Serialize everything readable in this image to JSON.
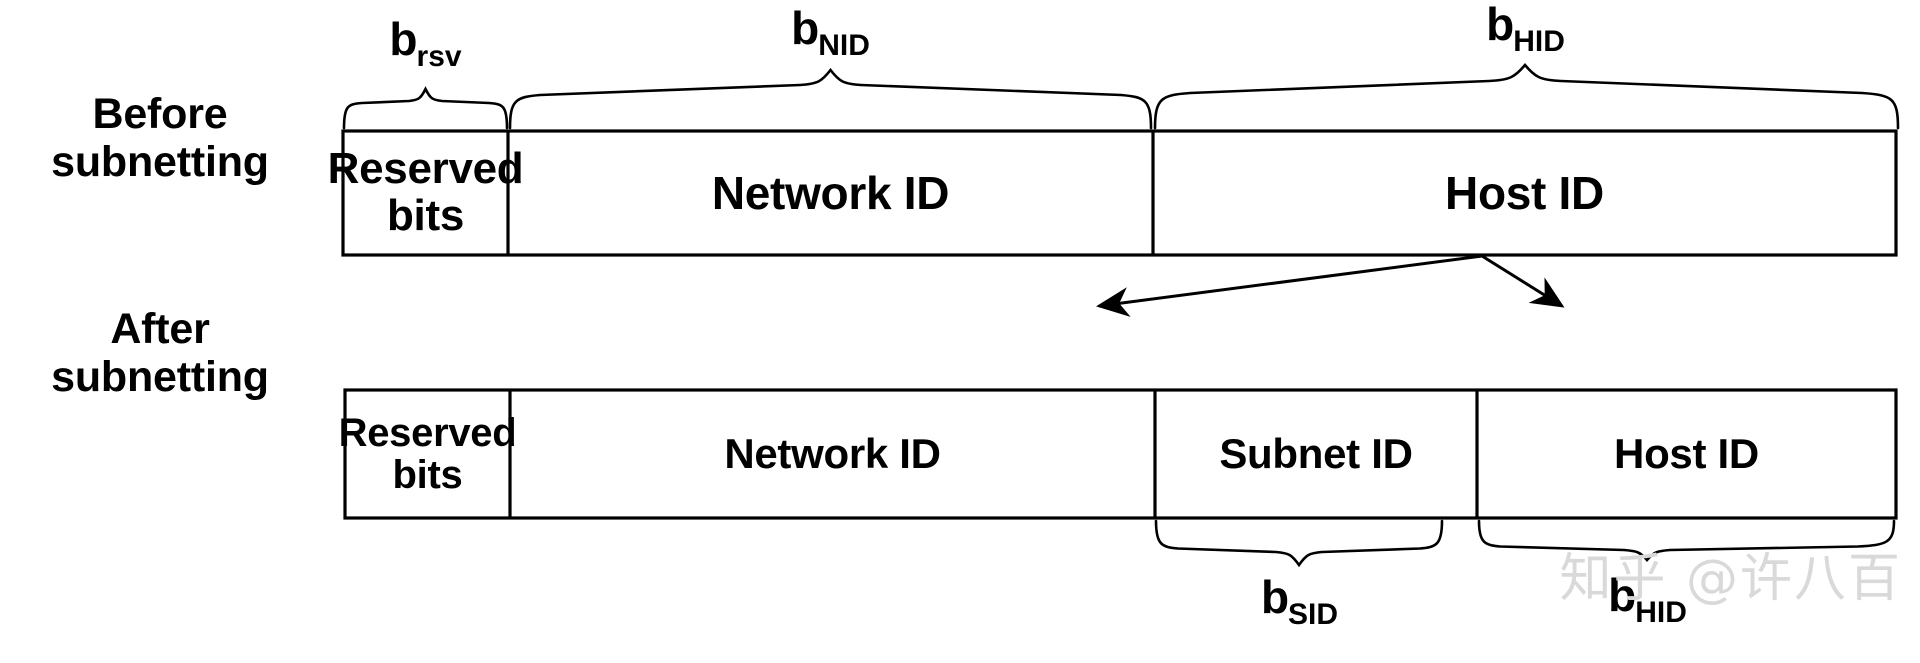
{
  "diagram": {
    "title": "IP address structure before and after subnetting",
    "background_color": "#ffffff",
    "line_color": "#000000",
    "watermark": "知乎 @许八百"
  },
  "rows": [
    {
      "id": "before",
      "label": "Before\nsubnetting",
      "label_line1": "Before",
      "label_line2": "subnetting",
      "fields": [
        {
          "name": "reserved-bits",
          "text": "Reserved bits",
          "line1": "Reserved",
          "line2": "bits",
          "font_size": 44
        },
        {
          "name": "network-id",
          "text": "Network ID",
          "font_size": 46
        },
        {
          "name": "host-id",
          "text": "Host ID",
          "font_size": 46
        }
      ],
      "braces": [
        {
          "name": "b-rsv",
          "base": "b",
          "sub": "rsv"
        },
        {
          "name": "b-nid",
          "base": "b",
          "sub": "NID"
        },
        {
          "name": "b-hid",
          "base": "b",
          "sub": "HID"
        }
      ]
    },
    {
      "id": "after",
      "label": "After\nsubnetting",
      "label_line1": "After",
      "label_line2": "subnetting",
      "fields": [
        {
          "name": "reserved-bits",
          "text": "Reserved bits",
          "line1": "Reserved",
          "line2": "bits",
          "font_size": 40
        },
        {
          "name": "network-id",
          "text": "Network ID",
          "font_size": 42
        },
        {
          "name": "subnet-id",
          "text": "Subnet ID",
          "font_size": 42
        },
        {
          "name": "host-id",
          "text": "Host ID",
          "font_size": 42
        }
      ],
      "braces": [
        {
          "name": "b-sid",
          "base": "b",
          "sub": "SID"
        },
        {
          "name": "b-hid",
          "base": "b",
          "sub": "HID"
        }
      ]
    }
  ],
  "arrows": {
    "name": "host-id-split-arrows",
    "count": 2,
    "description": "Host ID splits into Subnet ID and Host ID"
  }
}
